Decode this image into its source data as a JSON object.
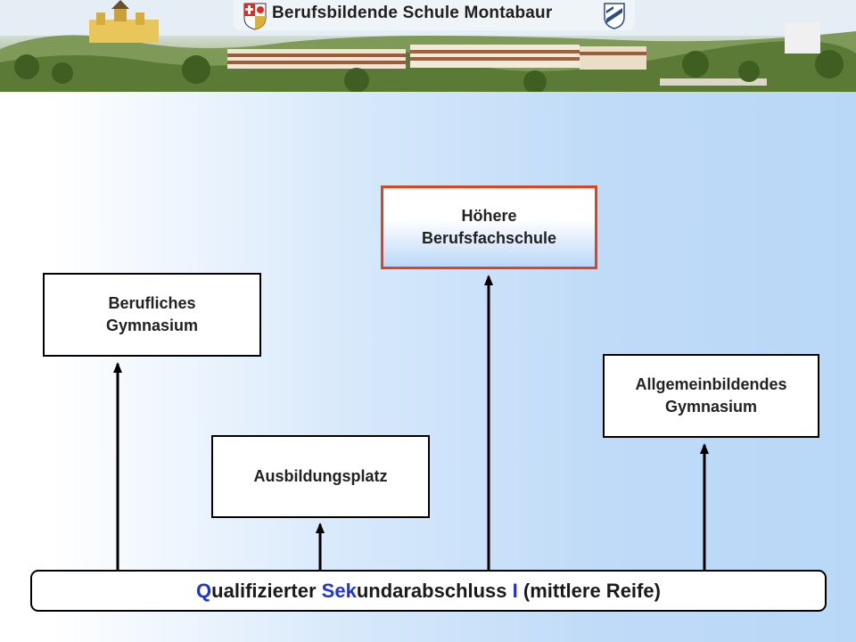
{
  "header": {
    "title": "Berufsbildende Schule Montabaur",
    "coat_of_arms_icon": "rhineland-palatinate-coat-of-arms-icon",
    "district_logo_icon": "district-shield-icon"
  },
  "boxes": {
    "hoehere": {
      "line1": "Höhere",
      "line2": "Berufsfachschule"
    },
    "berufliches": {
      "line1": "Berufliches",
      "line2": "Gymnasium"
    },
    "allgemein": {
      "line1": "Allgemeinbildendes",
      "line2": "Gymnasium"
    },
    "ausbildung": {
      "line1": "Ausbildungsplatz"
    }
  },
  "bottom_bar": {
    "q": "Q",
    "part1": "ualifizierter ",
    "sek": "Sek",
    "part2": "undarabschluss ",
    "roman": "I",
    "part3": " (mittlere Reife)"
  },
  "colors": {
    "highlight_border": "#e0431f",
    "highlight_text": "#1c34d8"
  }
}
